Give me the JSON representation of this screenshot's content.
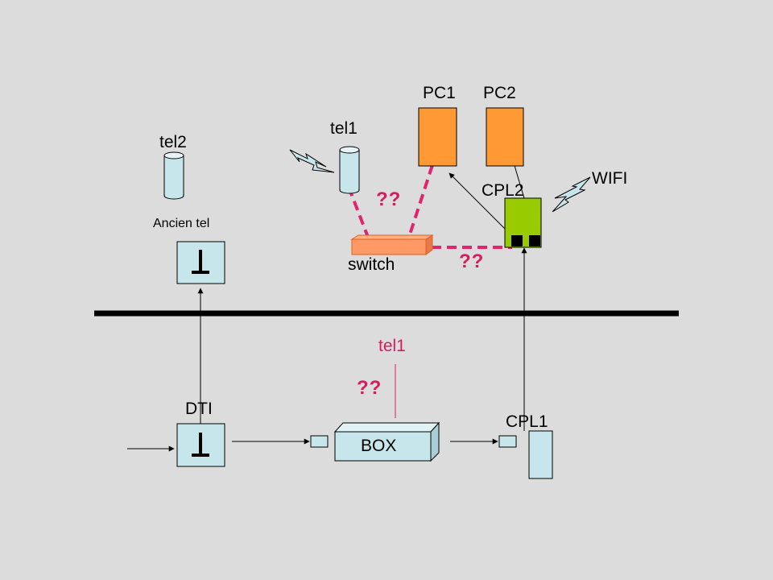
{
  "colors": {
    "background": "#dcdcdc",
    "device_fill": "#c7e6ec",
    "pc_fill": "#ff9933",
    "cpl2_fill": "#99cc00",
    "switch_fill": "#ff9966",
    "question_link": "#e0246e",
    "line": "#000000"
  },
  "labels": {
    "pc1": "PC1",
    "pc2": "PC2",
    "tel1_top": "tel1",
    "tel2": "tel2",
    "cpl2": "CPL2",
    "wifi": "WIFI",
    "ancien_tel": "Ancien tel",
    "switch": "switch",
    "tel1_bottom": "tel1",
    "dti": "DTI",
    "box": "BOX",
    "cpl1": "CPL1"
  },
  "questions": {
    "q1": "??",
    "q2": "??",
    "q3": "??"
  },
  "icons": {
    "lightning": "lightning-icon",
    "phone": "phone-cylinder-icon",
    "socket": "t-socket-icon"
  }
}
